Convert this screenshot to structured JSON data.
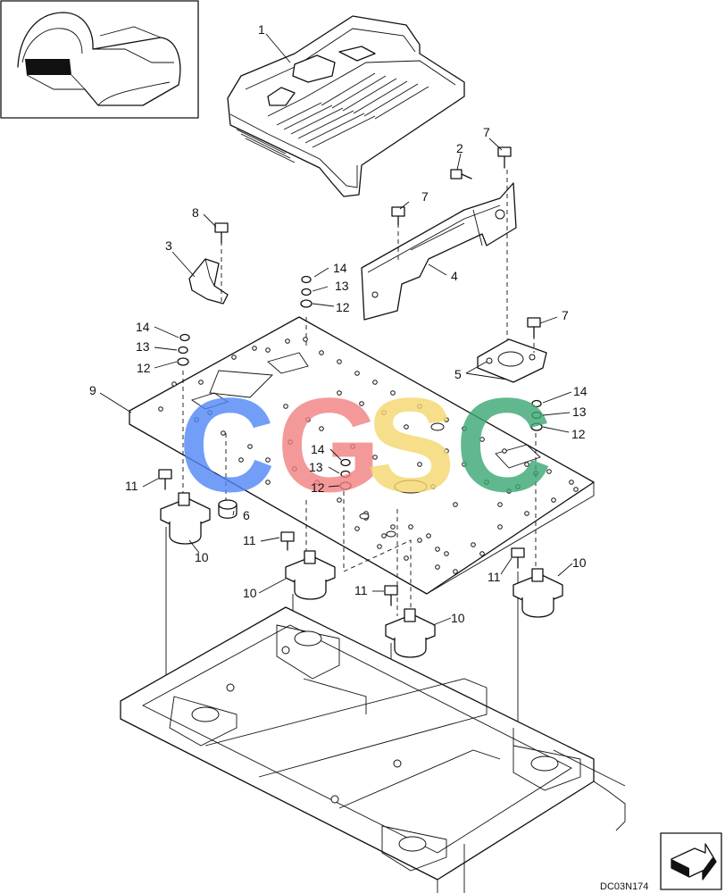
{
  "diagram": {
    "drawing_code": "DC03N174",
    "watermark": {
      "letters": [
        {
          "char": "C",
          "color": "#4f86f7"
        },
        {
          "char": "G",
          "color": "#f28080"
        },
        {
          "char": "S",
          "color": "#f5d76e"
        },
        {
          "char": "C",
          "color": "#3aa772"
        }
      ]
    },
    "callouts": [
      {
        "id": "c1",
        "label": "1"
      },
      {
        "id": "c2",
        "label": "2"
      },
      {
        "id": "c3",
        "label": "3"
      },
      {
        "id": "c4",
        "label": "4"
      },
      {
        "id": "c5",
        "label": "5"
      },
      {
        "id": "c6",
        "label": "6"
      },
      {
        "id": "c7a",
        "label": "7"
      },
      {
        "id": "c7b",
        "label": "7"
      },
      {
        "id": "c7c",
        "label": "7"
      },
      {
        "id": "c8",
        "label": "8"
      },
      {
        "id": "c9",
        "label": "9"
      },
      {
        "id": "c10a",
        "label": "10"
      },
      {
        "id": "c10b",
        "label": "10"
      },
      {
        "id": "c10c",
        "label": "10"
      },
      {
        "id": "c10d",
        "label": "10"
      },
      {
        "id": "c11a",
        "label": "11"
      },
      {
        "id": "c11b",
        "label": "11"
      },
      {
        "id": "c11c",
        "label": "11"
      },
      {
        "id": "c11d",
        "label": "11"
      },
      {
        "id": "c12a",
        "label": "12"
      },
      {
        "id": "c12b",
        "label": "12"
      },
      {
        "id": "c12c",
        "label": "12"
      },
      {
        "id": "c12d",
        "label": "12"
      },
      {
        "id": "c13a",
        "label": "13"
      },
      {
        "id": "c13b",
        "label": "13"
      },
      {
        "id": "c13c",
        "label": "13"
      },
      {
        "id": "c13d",
        "label": "13"
      },
      {
        "id": "c14a",
        "label": "14"
      },
      {
        "id": "c14b",
        "label": "14"
      },
      {
        "id": "c14c",
        "label": "14"
      },
      {
        "id": "c14d",
        "label": "14"
      }
    ]
  }
}
